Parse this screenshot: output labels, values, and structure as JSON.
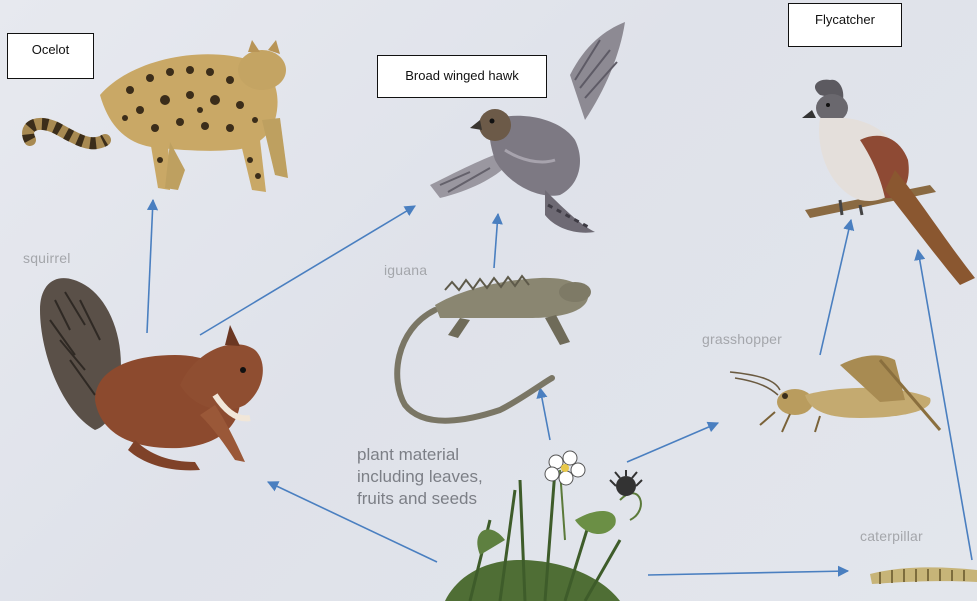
{
  "title_boxes": {
    "ocelot": "Ocelot",
    "hawk": "Broad winged hawk",
    "flycatcher": "Flycatcher"
  },
  "labels": {
    "squirrel": "squirrel",
    "iguana": "iguana",
    "grasshopper": "grasshopper",
    "caterpillar": "caterpillar",
    "plant_line1": "plant material",
    "plant_line2": "including leaves,",
    "plant_line3": "fruits and seeds"
  },
  "food_web_links": [
    {
      "from": "plant material",
      "to": "squirrel"
    },
    {
      "from": "plant material",
      "to": "iguana"
    },
    {
      "from": "plant material",
      "to": "grasshopper"
    },
    {
      "from": "plant material",
      "to": "caterpillar"
    },
    {
      "from": "squirrel",
      "to": "Ocelot"
    },
    {
      "from": "squirrel",
      "to": "Broad winged hawk"
    },
    {
      "from": "iguana",
      "to": "Broad winged hawk"
    },
    {
      "from": "grasshopper",
      "to": "Flycatcher"
    },
    {
      "from": "caterpillar",
      "to": "Flycatcher"
    }
  ],
  "colors": {
    "arrow": "#4a7fc0",
    "background": "#e3e6ec"
  }
}
